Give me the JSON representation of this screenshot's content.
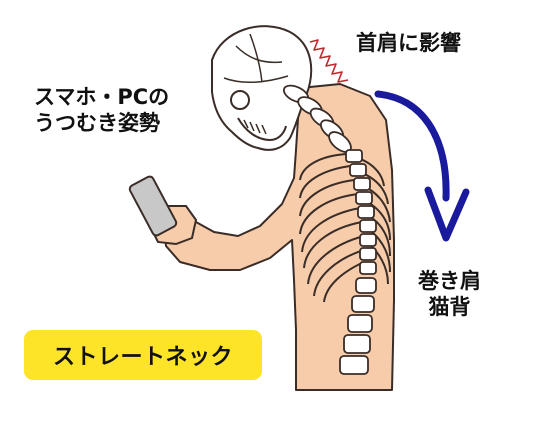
{
  "labels": {
    "posture_line1": "スマホ・PCの",
    "posture_line2": "うつむき姿勢",
    "neck_shoulder": "首肩に影響",
    "rounded_line1": "巻き肩",
    "rounded_line2": "猫背"
  },
  "badge": {
    "text": "ストレートネック"
  },
  "colors": {
    "skin": "#f6ccaa",
    "outline": "#3a2c27",
    "bone": "#ffffff",
    "arrow": "#1a1a9c",
    "strain": "#c0272d",
    "badge": "#fde428",
    "phone": "#c8c8c8"
  },
  "icons": {
    "arrow": "curved-arrow-down-icon",
    "strain": "strain-zigzag-icon"
  }
}
